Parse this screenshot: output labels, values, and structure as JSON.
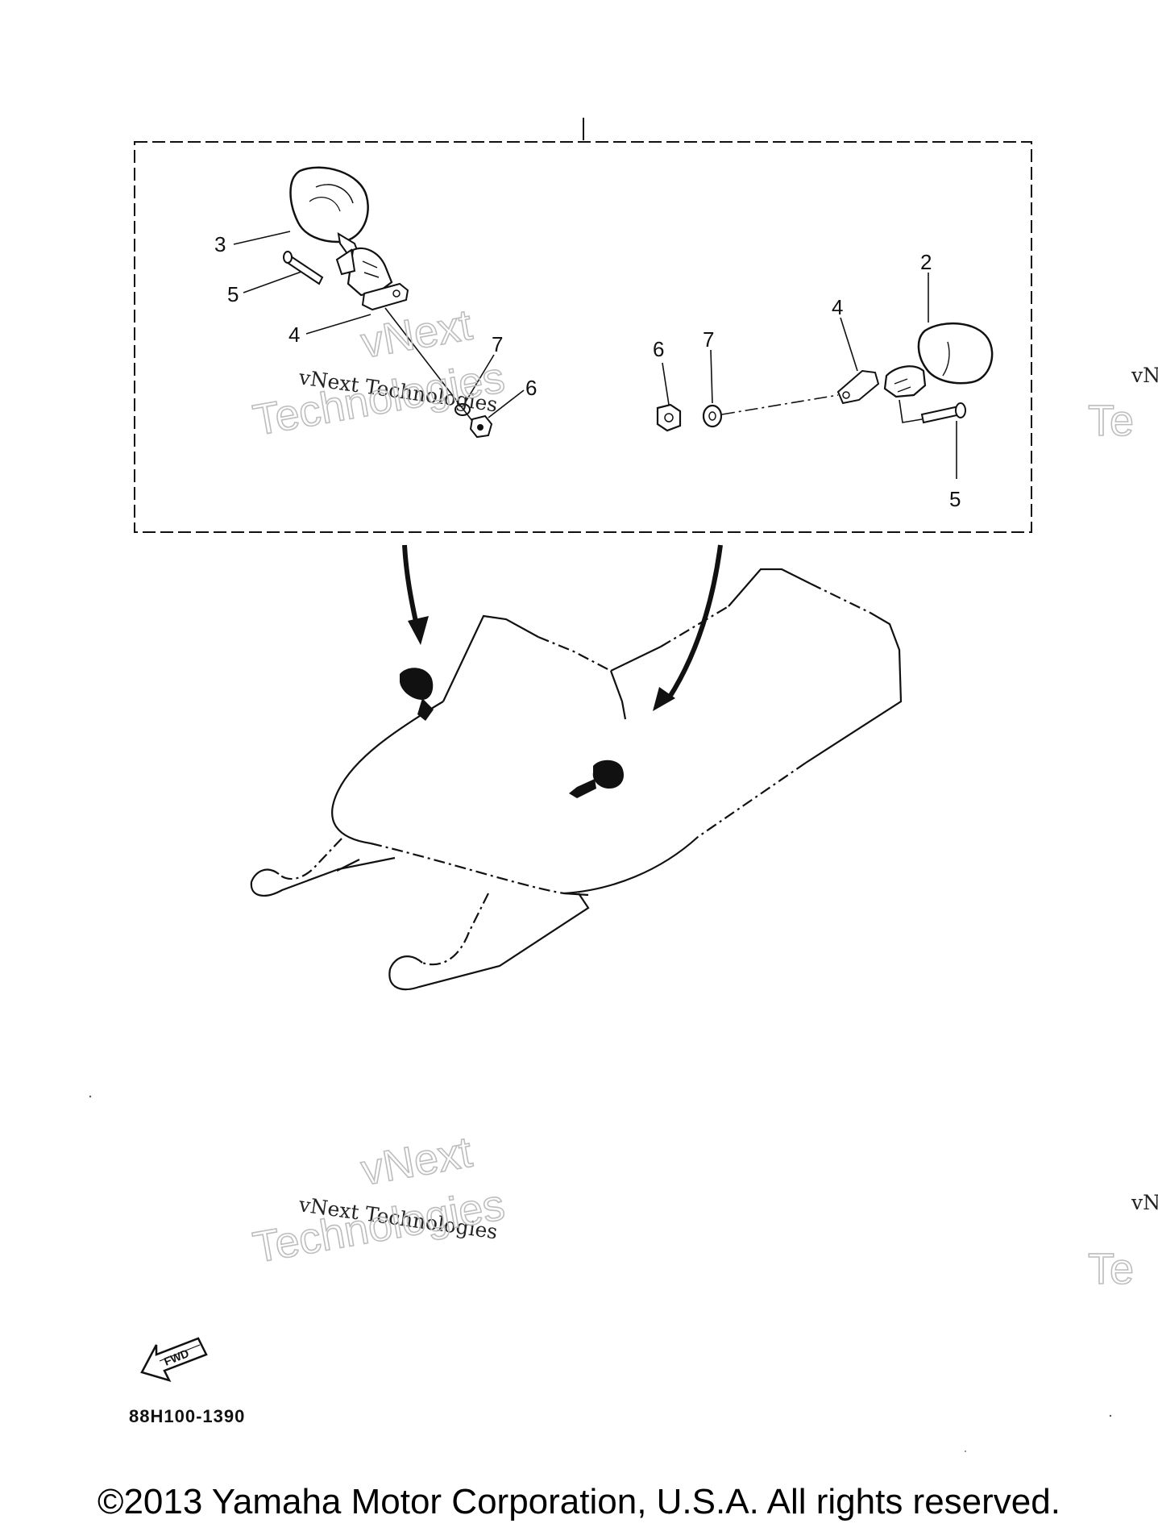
{
  "callouts": {
    "left_mirror": "3",
    "left_bolt": "5",
    "left_bracket": "4",
    "left_washer": "7",
    "left_nut": "6",
    "right_mirror": "2",
    "right_bracket": "4",
    "right_nut": "6",
    "right_washer": "7",
    "right_bolt": "5"
  },
  "watermark": {
    "line1": "vNext Technologies",
    "outline_top": "vNext",
    "outline_bottom": "Technologies",
    "edge_line1": "vN",
    "edge_outline": "Te"
  },
  "fwd_label": "FWD",
  "part_code": "88H100-1390",
  "copyright": "©2013 Yamaha Motor Corporation, U.S.A. All rights reserved."
}
